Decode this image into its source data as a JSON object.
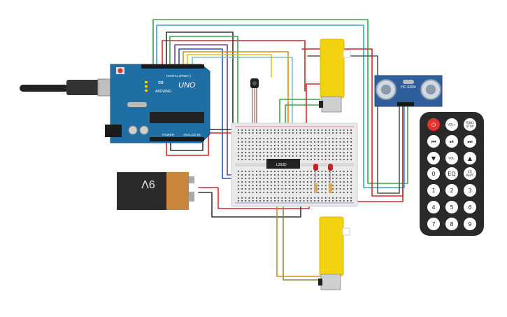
{
  "arduino": {
    "brand": "ARDUINO",
    "model": "UNO",
    "header_digital": "DIGITAL (PWM~)",
    "header_power": "POWER",
    "header_analog": "ANALOG IN",
    "logo_symbol": "∞"
  },
  "driver_ic": {
    "label": "L293D"
  },
  "battery": {
    "label": "9V"
  },
  "ultrasonic": {
    "label": "HC-SR04"
  },
  "remote": {
    "buttons": [
      {
        "key": "power",
        "label": "⏻"
      },
      {
        "key": "vol_plus",
        "label": "VOL+"
      },
      {
        "key": "func_stop",
        "label": "FUNC/ STOP"
      },
      {
        "key": "prev",
        "label": "⏮"
      },
      {
        "key": "play",
        "label": "⏯"
      },
      {
        "key": "next",
        "label": "⏭"
      },
      {
        "key": "down",
        "label": "▼"
      },
      {
        "key": "vol_minus",
        "label": "VOL-"
      },
      {
        "key": "up",
        "label": "▲"
      },
      {
        "key": "zero",
        "label": "0"
      },
      {
        "key": "eq",
        "label": "EQ"
      },
      {
        "key": "st_rept",
        "label": "ST/ REPT"
      },
      {
        "key": "one",
        "label": "1"
      },
      {
        "key": "two",
        "label": "2"
      },
      {
        "key": "three",
        "label": "3"
      },
      {
        "key": "four",
        "label": "4"
      },
      {
        "key": "five",
        "label": "5"
      },
      {
        "key": "six",
        "label": "6"
      },
      {
        "key": "seven",
        "label": "7"
      },
      {
        "key": "eight",
        "label": "8"
      },
      {
        "key": "nine",
        "label": "9"
      }
    ]
  },
  "colors": {
    "arduino_board": "#1f6fa5",
    "motor": "#f3d20f",
    "battery_body": "#2b2b2b",
    "battery_cap": "#c9853c",
    "remote_body": "#2a2a2a",
    "power_button": "#e5322d",
    "ultrasonic_board": "#2e5f9c",
    "breadboard": "#e9e9e9"
  }
}
